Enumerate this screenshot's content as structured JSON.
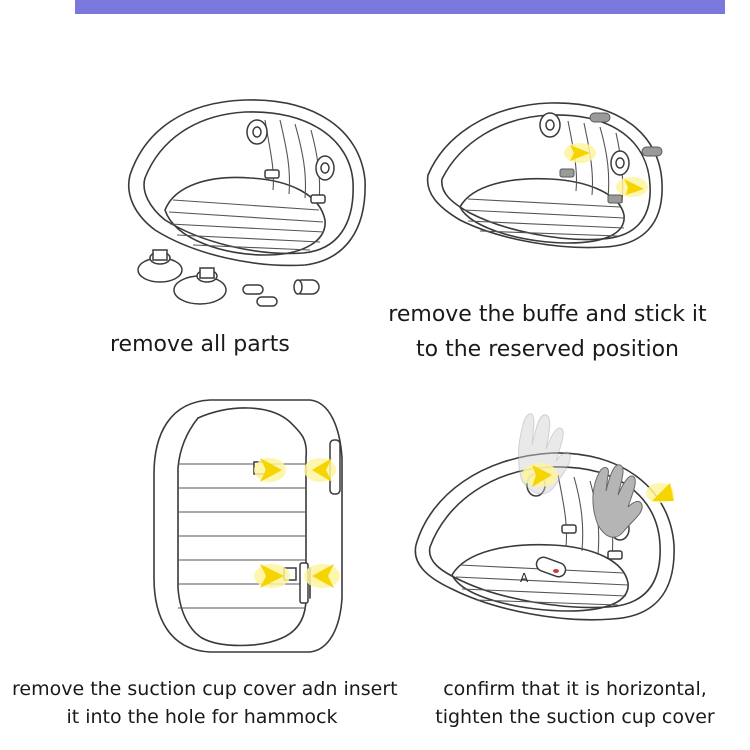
{
  "steps": [
    {
      "caption": "remove all parts"
    },
    {
      "caption_line1": "remove the buffe and stick it",
      "caption_line2": "to the reserved position"
    },
    {
      "caption_line1": "remove the suction cup cover adn insert",
      "caption_line2": "it into the hole for hammock"
    },
    {
      "caption_line1": "confirm that it is horizontal,",
      "caption_line2": "tighten the suction cup cover"
    }
  ],
  "labels": {
    "part_a": "A"
  },
  "colors": {
    "accent_bar": "#7b78dd",
    "arrow": "#f5d400"
  }
}
